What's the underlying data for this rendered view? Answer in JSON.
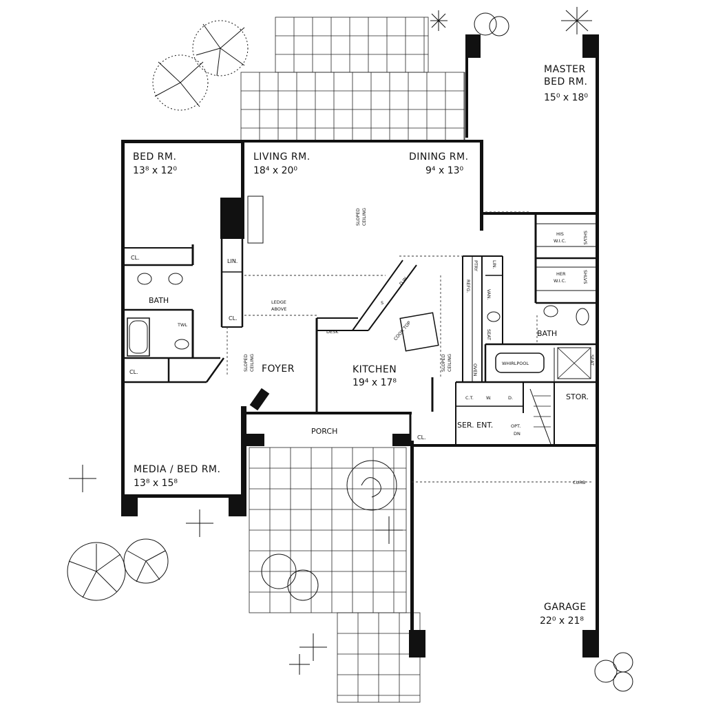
{
  "rooms": {
    "master": {
      "name1": "MASTER",
      "name2": "BED RM.",
      "dim": "15⁰ x 18⁰"
    },
    "bed": {
      "name": "BED RM.",
      "dim": "13⁸ x 12⁰"
    },
    "living": {
      "name": "LIVING RM.",
      "dim": "18⁴ x 20⁰"
    },
    "dining": {
      "name": "DINING RM.",
      "dim": "9⁴ x 13⁰"
    },
    "bath_left": {
      "name": "BATH"
    },
    "bath_right": {
      "name": "BATH"
    },
    "foyer": {
      "name": "FOYER"
    },
    "kitchen": {
      "name": "KITCHEN",
      "dim": "19⁴ x 17⁸"
    },
    "porch": {
      "name": "PORCH"
    },
    "media": {
      "name": "MEDIA / BED RM.",
      "dim": "13⁸ x 15⁸"
    },
    "ser_ent": {
      "name": "SER. ENT."
    },
    "stor": {
      "name": "STOR."
    },
    "garage": {
      "name": "GARAGE",
      "dim": "22⁰ x 21⁸"
    }
  },
  "labels": {
    "cl": "CL.",
    "lin": "LIN.",
    "twl": "TWL",
    "his_wic_1": "HIS",
    "his_wic_2": "W.I.C.",
    "her_wic_1": "HER",
    "her_wic_2": "W.I.C.",
    "shlvs": "SHLVS",
    "sloped_1": "SLOPED",
    "sloped_2": "CEILING",
    "ledge_1": "LEDGE",
    "ledge_2": "ABOVE",
    "desk": "DESK",
    "cooktop": "COOK TOP",
    "dw": "D.W.",
    "s": "S",
    "refg": "REFG.",
    "ptry": "PTRY",
    "van": "VAN.",
    "seat": "SEAT",
    "oven": "OVEN",
    "whirlpool": "WHIRLPOOL",
    "ct": "C.T.",
    "w": "W.",
    "d": "D.",
    "opt": "OPT.",
    "dn": "DN",
    "curb": "CURB"
  }
}
